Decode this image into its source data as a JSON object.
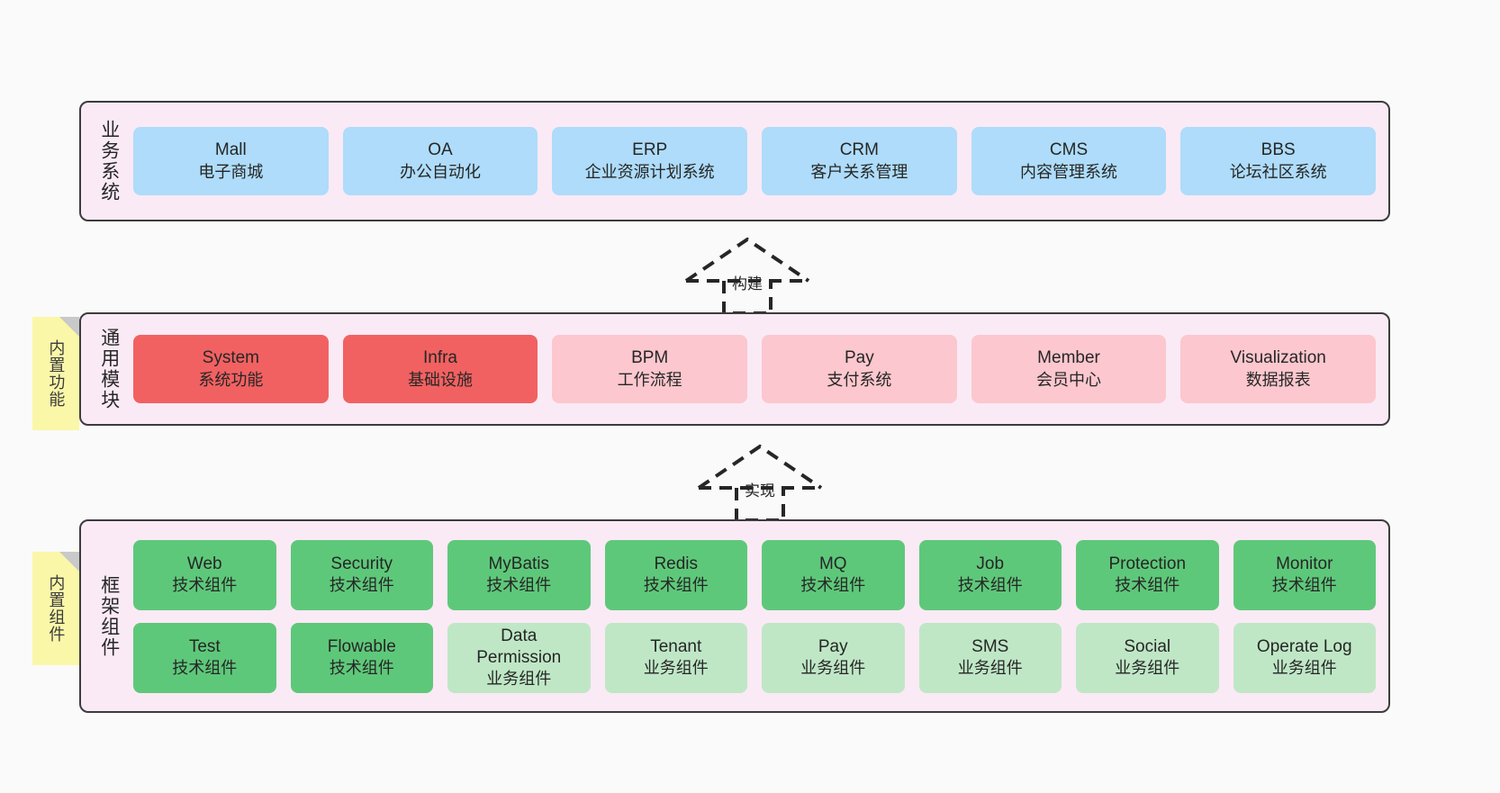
{
  "diagram": {
    "background": "#fafafa",
    "panel_bg": "#faeaf5",
    "panel_border": "#3c3c3c",
    "note_bg": "#fbf7a8",
    "note_fold": "#c9c9c9"
  },
  "layers": [
    {
      "id": "business-system",
      "title": "业务系统",
      "note": null,
      "rows": [
        {
          "cards": [
            {
              "name": "mall",
              "t1": "Mall",
              "t2": "电子商城",
              "color": "#aedcfa"
            },
            {
              "name": "oa",
              "t1": "OA",
              "t2": "办公自动化",
              "color": "#aedcfa"
            },
            {
              "name": "erp",
              "t1": "ERP",
              "t2": "企业资源计划系统",
              "color": "#aedcfa"
            },
            {
              "name": "crm",
              "t1": "CRM",
              "t2": "客户关系管理",
              "color": "#aedcfa"
            },
            {
              "name": "cms",
              "t1": "CMS",
              "t2": "内容管理系统",
              "color": "#aedcfa"
            },
            {
              "name": "bbs",
              "t1": "BBS",
              "t2": "论坛社区系统",
              "color": "#aedcfa"
            }
          ]
        }
      ]
    },
    {
      "id": "common-module",
      "title": "通用模块",
      "note": "内置功能",
      "rows": [
        {
          "cards": [
            {
              "name": "system",
              "t1": "System",
              "t2": "系统功能",
              "color": "#f26161"
            },
            {
              "name": "infra",
              "t1": "Infra",
              "t2": "基础设施",
              "color": "#f26161"
            },
            {
              "name": "bpm",
              "t1": "BPM",
              "t2": "工作流程",
              "color": "#fcc7ce"
            },
            {
              "name": "pay",
              "t1": "Pay",
              "t2": "支付系统",
              "color": "#fcc7ce"
            },
            {
              "name": "member",
              "t1": "Member",
              "t2": "会员中心",
              "color": "#fcc7ce"
            },
            {
              "name": "visualization",
              "t1": "Visualization",
              "t2": "数据报表",
              "color": "#fcc7ce"
            }
          ]
        }
      ]
    },
    {
      "id": "framework-component",
      "title": "框架组件",
      "note": "内置组件",
      "rows": [
        {
          "cards": [
            {
              "name": "web",
              "t1": "Web",
              "t2": "技术组件",
              "color": "#5ec87a"
            },
            {
              "name": "security",
              "t1": "Security",
              "t2": "技术组件",
              "color": "#5ec87a"
            },
            {
              "name": "mybatis",
              "t1": "MyBatis",
              "t2": "技术组件",
              "color": "#5ec87a"
            },
            {
              "name": "redis",
              "t1": "Redis",
              "t2": "技术组件",
              "color": "#5ec87a"
            },
            {
              "name": "mq",
              "t1": "MQ",
              "t2": "技术组件",
              "color": "#5ec87a"
            },
            {
              "name": "job",
              "t1": "Job",
              "t2": "技术组件",
              "color": "#5ec87a"
            },
            {
              "name": "protection",
              "t1": "Protection",
              "t2": "技术组件",
              "color": "#5ec87a"
            },
            {
              "name": "monitor",
              "t1": "Monitor",
              "t2": "技术组件",
              "color": "#5ec87a"
            }
          ]
        },
        {
          "cards": [
            {
              "name": "test",
              "t1": "Test",
              "t2": "技术组件",
              "color": "#5ec87a"
            },
            {
              "name": "flowable",
              "t1": "Flowable",
              "t2": "技术组件",
              "color": "#5ec87a"
            },
            {
              "name": "data-permission",
              "t1": "Data Permission",
              "t2": "业务组件",
              "color": "#bfe7c6"
            },
            {
              "name": "tenant",
              "t1": "Tenant",
              "t2": "业务组件",
              "color": "#bfe7c6"
            },
            {
              "name": "pay",
              "t1": "Pay",
              "t2": "业务组件",
              "color": "#bfe7c6"
            },
            {
              "name": "sms",
              "t1": "SMS",
              "t2": "业务组件",
              "color": "#bfe7c6"
            },
            {
              "name": "social",
              "t1": "Social",
              "t2": "业务组件",
              "color": "#bfe7c6"
            },
            {
              "name": "operate-log",
              "t1": "Operate Log",
              "t2": "业务组件",
              "color": "#bfe7c6"
            }
          ]
        }
      ]
    }
  ],
  "arrows": [
    {
      "id": "build",
      "label": "构建",
      "from": "common-module",
      "to": "business-system"
    },
    {
      "id": "implement",
      "label": "实现",
      "from": "framework-component",
      "to": "common-module"
    }
  ]
}
